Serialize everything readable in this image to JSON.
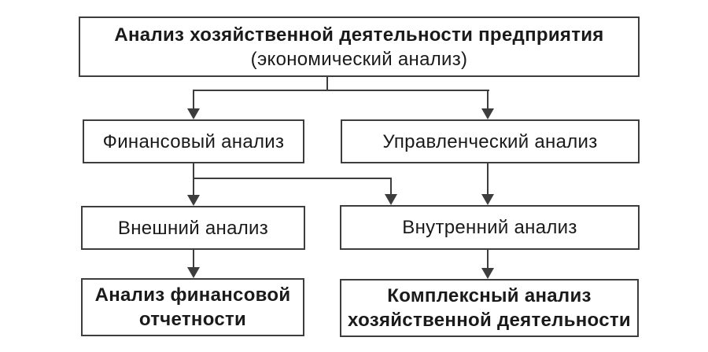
{
  "diagram": {
    "title_box": {
      "line1": "Анализ хозяйственной деятельности предприятия",
      "line2": "(экономический анализ)"
    },
    "nodes": {
      "financial": {
        "label": "Финансовый анализ"
      },
      "managerial": {
        "label": "Управленческий анализ"
      },
      "external": {
        "label": "Внешний анализ"
      },
      "internal": {
        "label": "Внутренний анализ"
      },
      "reporting": {
        "lines": [
          "Анализ финансовой",
          "отчетности"
        ]
      },
      "complex": {
        "lines": [
          "Комплексный анализ",
          "хозяйственной деятельности"
        ]
      }
    },
    "edges": [
      "root -> financial",
      "root -> managerial",
      "financial -> external",
      "financial -> internal",
      "managerial -> internal",
      "external -> reporting",
      "internal -> complex"
    ],
    "colors": {
      "background": "#ffffff",
      "box_border": "#3d3d3d",
      "connector": "#3d3d3d",
      "text": "#1a1a1a"
    }
  }
}
